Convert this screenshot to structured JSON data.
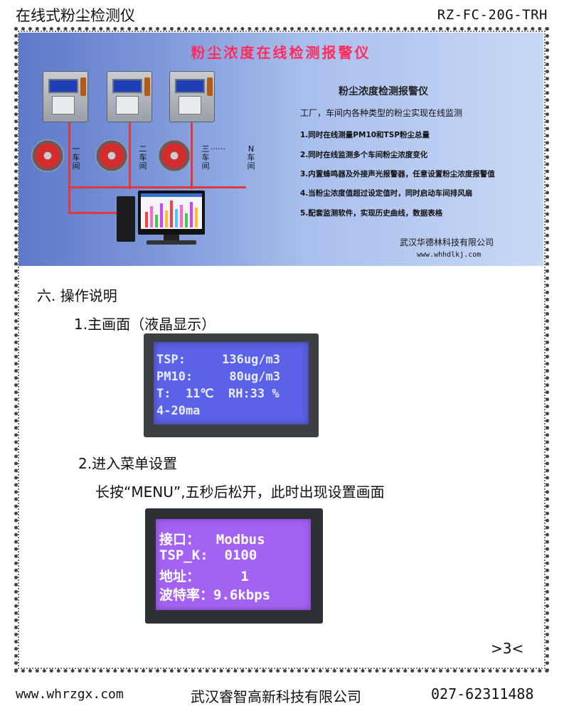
{
  "header": {
    "title": "在线式粉尘检测仪",
    "model": "RZ-FC-20G-TRH"
  },
  "banner": {
    "title": "粉尘浓度在线检测报警仪",
    "subtitle": "粉尘浓度检测报警仪",
    "intro": "工厂，车间内各种类型的粉尘实现在线监测",
    "features": [
      "1.同时在线测量PM10和TSP粉尘总量",
      "2.同时在线监测多个车间粉尘浓度变化",
      "3.内置蜂鸣器及外接声光报警器，任意设置粉尘浓度报警值",
      "4.当粉尘浓度值超过设定值时，同时启动车间排风扇",
      "5.配套监测软件，实现历史曲线，数据表格"
    ],
    "company": "武汉华德林科技有限公司",
    "website": "www.whhdlkj.com",
    "workshops": [
      "一车间",
      "二车间",
      "三车间",
      "N车间"
    ],
    "dots": "······"
  },
  "section": {
    "heading": "六. 操作说明",
    "step1": "1.主画面（液晶显示）",
    "step2": "2.进入菜单设置",
    "step2_desc": "长按“MENU”,五秒后松开，此时出现设置画面"
  },
  "lcd_main": {
    "lines": [
      "TSP:     136ug/m3",
      "PM10:     80ug/m3",
      "T:  11℃  RH:33 %",
      "4-20ma"
    ]
  },
  "lcd_menu": {
    "lines": [
      "接口：  Modbus",
      "TSP_K:  0100",
      "地址：     1",
      "波特率：9.6kbps"
    ]
  },
  "page_number": ">3<",
  "footer": {
    "website": "www.whrzgx.com",
    "company": "武汉睿智高新科技有限公司",
    "phone": "027-62311488"
  }
}
